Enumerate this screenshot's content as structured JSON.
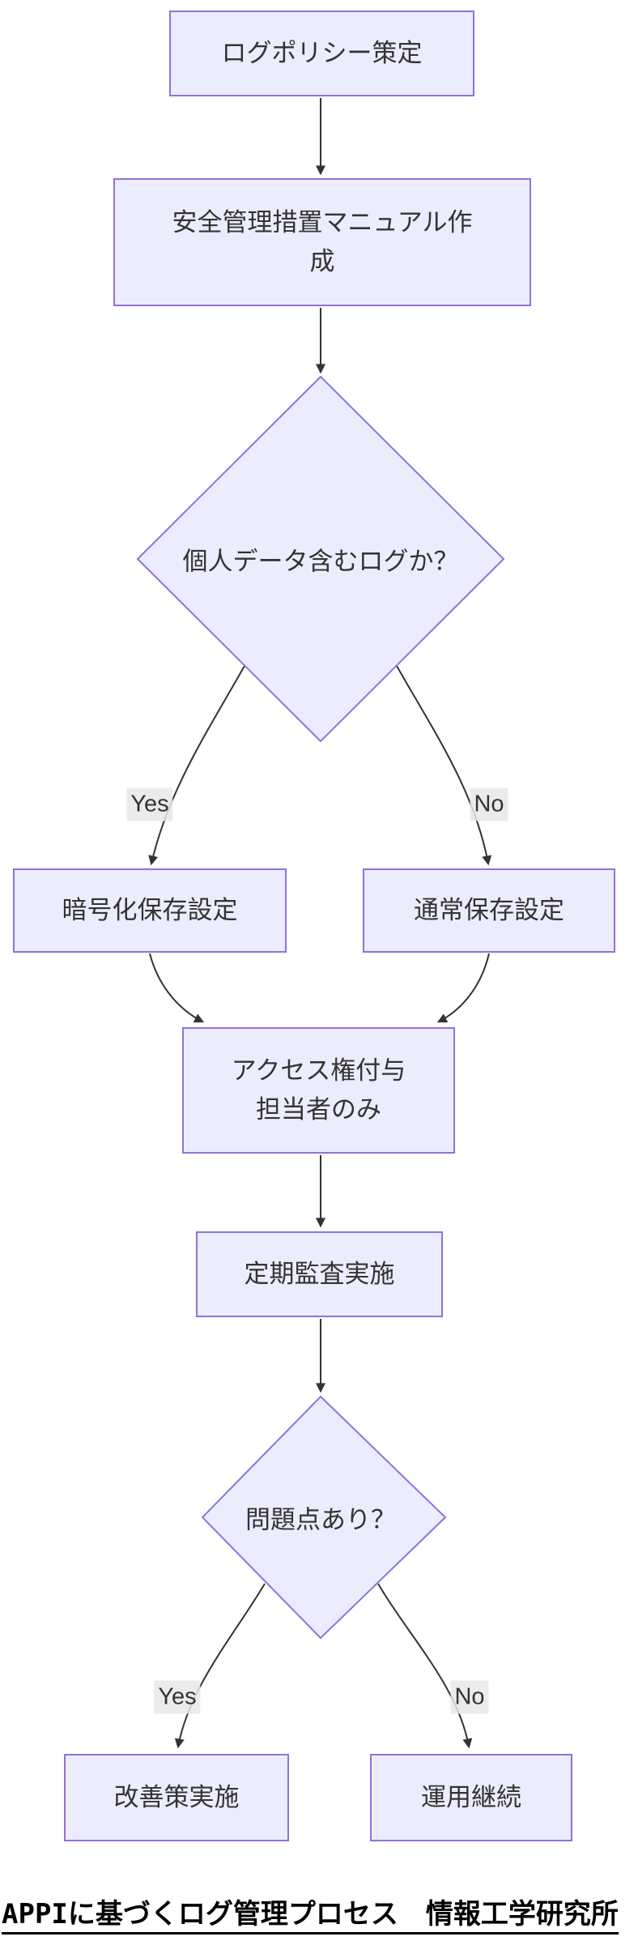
{
  "diagram": {
    "type": "flowchart-top-down",
    "caption": "APPIに基づくログ管理プロセス　情報工学研究所",
    "nodes": [
      {
        "id": "log-policy",
        "shape": "rect",
        "label": "ログポリシー策定"
      },
      {
        "id": "safety-manual",
        "shape": "rect",
        "label": "安全管理措置マニュアル作成",
        "lines": [
          "安全管理措置マニュアル作",
          "成"
        ]
      },
      {
        "id": "personal-data-check",
        "shape": "diamond",
        "label": "個人データ含むログか？"
      },
      {
        "id": "encrypted-storage",
        "shape": "rect",
        "label": "暗号化保存設定"
      },
      {
        "id": "normal-storage",
        "shape": "rect",
        "label": "通常保存設定"
      },
      {
        "id": "access-grant",
        "shape": "rect",
        "label": "アクセス権付与 担当者のみ",
        "lines": [
          "アクセス権付与",
          "担当者のみ"
        ]
      },
      {
        "id": "periodic-audit",
        "shape": "rect",
        "label": "定期監査実施"
      },
      {
        "id": "problem-check",
        "shape": "diamond",
        "label": "問題点あり？"
      },
      {
        "id": "improvement",
        "shape": "rect",
        "label": "改善策実施"
      },
      {
        "id": "continue-operation",
        "shape": "rect",
        "label": "運用継続"
      }
    ],
    "edges": [
      {
        "from": "log-policy",
        "to": "safety-manual",
        "label": ""
      },
      {
        "from": "safety-manual",
        "to": "personal-data-check",
        "label": ""
      },
      {
        "from": "personal-data-check",
        "to": "encrypted-storage",
        "label": "Yes"
      },
      {
        "from": "personal-data-check",
        "to": "normal-storage",
        "label": "No"
      },
      {
        "from": "encrypted-storage",
        "to": "access-grant",
        "label": ""
      },
      {
        "from": "normal-storage",
        "to": "access-grant",
        "label": ""
      },
      {
        "from": "access-grant",
        "to": "periodic-audit",
        "label": ""
      },
      {
        "from": "periodic-audit",
        "to": "problem-check",
        "label": ""
      },
      {
        "from": "problem-check",
        "to": "improvement",
        "label": "Yes"
      },
      {
        "from": "problem-check",
        "to": "continue-operation",
        "label": "No"
      }
    ],
    "colors": {
      "node_fill": "#ECECFF",
      "node_border": "#9370DB",
      "edge_line": "#333333",
      "text": "#333333",
      "edge_label_bg": "#e8e8e8",
      "caption_text": "#000000"
    }
  }
}
